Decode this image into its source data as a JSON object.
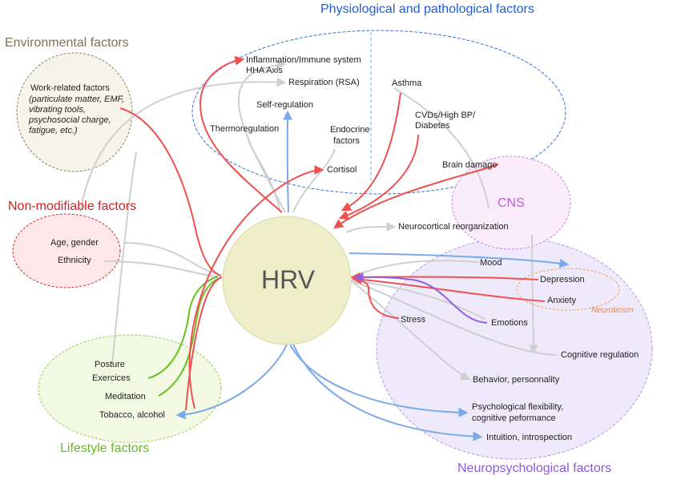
{
  "hrv_label": "HRV",
  "categories": {
    "environmental": "Environmental factors",
    "physiological": "Physiological and pathological factors",
    "non_modifiable": "Non-modifiable factors",
    "cns": "CNS",
    "lifestyle": "Lifestyle factors",
    "neuropsychological": "Neuropsychological factors"
  },
  "environmental": {
    "work_title": "Work-related factors",
    "work_detail": "(particulate matter, EMF, vibrating tools, psychosocial charge, fatigue, etc.)"
  },
  "physiological": {
    "inflammation": "Inflammation/Immune system",
    "hha": "HHA Axis",
    "respiration": "Respiration (RSA)",
    "asthma": "Asthma",
    "self_regulation": "Self-regulation",
    "cvds": "CVDs/High BP/",
    "diabetes": "Diabetes",
    "thermoregulation": "Thermoregulation",
    "endocrine_1": "Endocrine",
    "endocrine_2": "factors",
    "cortisol": "Cortisol",
    "brain_damage": "Brain damage"
  },
  "non_modifiable": {
    "age_gender": "Age, gender",
    "ethnicity": "Ethnicity"
  },
  "cns": {
    "neurocortical": "Neurocortical reorganization"
  },
  "neuropsychological": {
    "mood": "Mood",
    "depression": "Depression",
    "anxiety": "Anxiety",
    "neuroticism": "Neuroticism",
    "stress": "Stress",
    "emotions": "Emotions",
    "cognitive_regulation": "Cognitive regulation",
    "behavior": "Behavior, personnality",
    "flexibility_1": "Psychological flexibility,",
    "flexibility_2": "cognitive peformance",
    "intuition": "Intuition, introspection"
  },
  "lifestyle": {
    "posture": "Posture",
    "exercices": "Exercices",
    "meditation": "Meditation",
    "tobacco": "Tobacco, alcohol"
  },
  "colors": {
    "environmental": "#7a7350",
    "physiological": "#1f5fd0",
    "non_modifiable": "#d02020",
    "cns": "#c060d0",
    "lifestyle": "#66bb22",
    "neuropsychological": "#8a5ad8",
    "arrow_red": "#f05050",
    "arrow_blue": "#7aaae8",
    "arrow_gray": "#cfcfcf",
    "arrow_green": "#66c020",
    "arrow_purple": "#9060e0",
    "hrv_fill": "#eeefc8"
  }
}
